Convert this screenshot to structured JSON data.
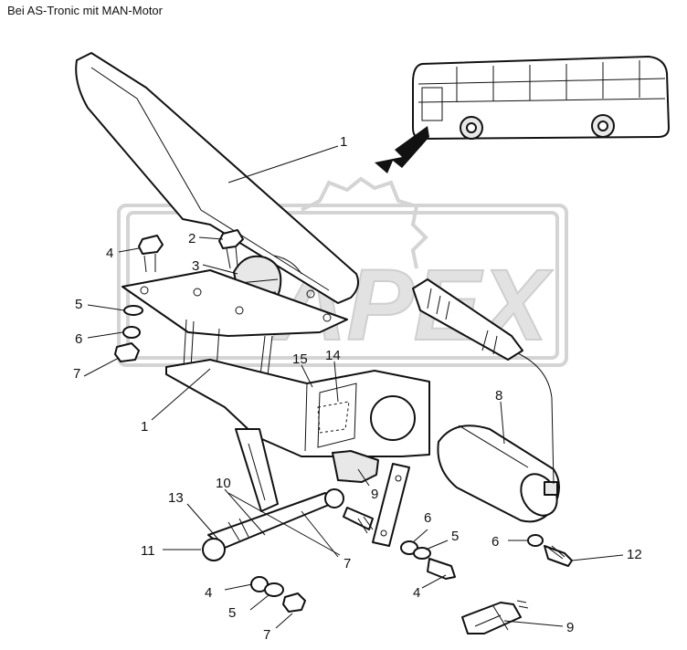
{
  "title": "Bei AS-Tronic mit MAN-Motor",
  "watermark": "APEX",
  "callouts": [
    {
      "id": "c1a",
      "text": "1"
    },
    {
      "id": "c1b",
      "text": "1"
    },
    {
      "id": "c2",
      "text": "2"
    },
    {
      "id": "c3",
      "text": "3"
    },
    {
      "id": "c4a",
      "text": "4"
    },
    {
      "id": "c4b",
      "text": "4"
    },
    {
      "id": "c4c",
      "text": "4"
    },
    {
      "id": "c5a",
      "text": "5"
    },
    {
      "id": "c5b",
      "text": "5"
    },
    {
      "id": "c5c",
      "text": "5"
    },
    {
      "id": "c6a",
      "text": "6"
    },
    {
      "id": "c6b",
      "text": "6"
    },
    {
      "id": "c6c",
      "text": "6"
    },
    {
      "id": "c7a",
      "text": "7"
    },
    {
      "id": "c7b",
      "text": "7"
    },
    {
      "id": "c7c",
      "text": "7"
    },
    {
      "id": "c8",
      "text": "8"
    },
    {
      "id": "c9a",
      "text": "9"
    },
    {
      "id": "c9b",
      "text": "9"
    },
    {
      "id": "c10",
      "text": "10"
    },
    {
      "id": "c11",
      "text": "11"
    },
    {
      "id": "c12",
      "text": "12"
    },
    {
      "id": "c13",
      "text": "13"
    },
    {
      "id": "c14",
      "text": "14"
    },
    {
      "id": "c15",
      "text": "15"
    }
  ]
}
